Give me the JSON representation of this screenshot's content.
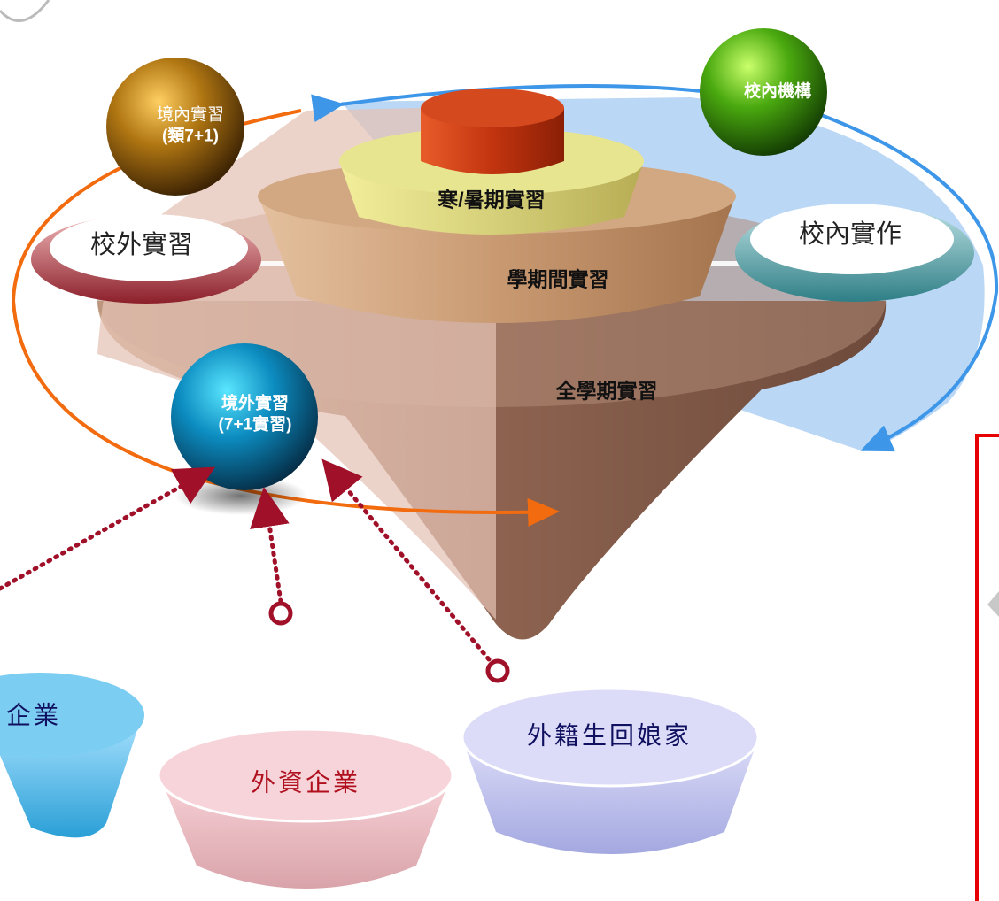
{
  "tiers": {
    "top": "寒/暑期實習",
    "middle": "學期間實習",
    "bottom": "全學期實習"
  },
  "pills": {
    "left": "校外實習",
    "right": "校內實作"
  },
  "balls": {
    "domestic": {
      "line1": "境內實習",
      "line2": "(類7+1)",
      "color": "#8b5a0a"
    },
    "campus": {
      "line1": "校內機構",
      "color": "#3f9a10"
    },
    "overseas": {
      "line1": "境外實習",
      "line2": "(7+1實習)",
      "color": "#0e7aa8"
    }
  },
  "sources": {
    "partial": {
      "label": "企業",
      "color": "#4ab3e3"
    },
    "foreign_capital": {
      "label": "外資企業",
      "color": "#e29aa4"
    },
    "foreign_students": {
      "label": "外籍生回娘家",
      "color": "#a9aee6"
    }
  },
  "colors": {
    "orange_ring": "#f26b0f",
    "blue_ring": "#3d96e8",
    "dotted_arrow": "#a01028",
    "red_frame": "#e60000"
  }
}
